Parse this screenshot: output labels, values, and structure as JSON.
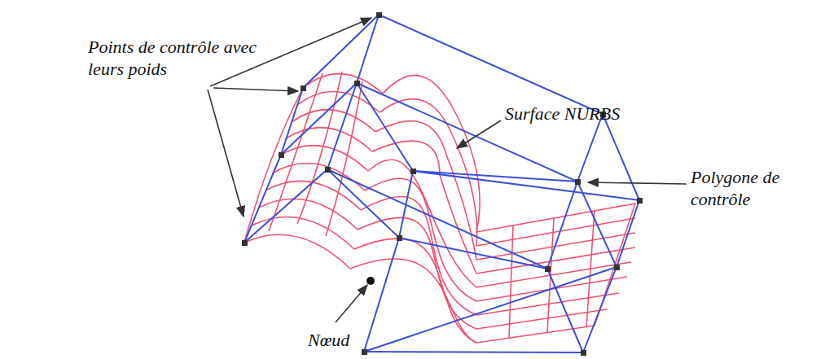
{
  "diagram": {
    "labels": [
      "Points de contrôle avec leurs poids",
      "Surface NURBS",
      "Polygone de contrôle",
      "Nœud"
    ]
  }
}
